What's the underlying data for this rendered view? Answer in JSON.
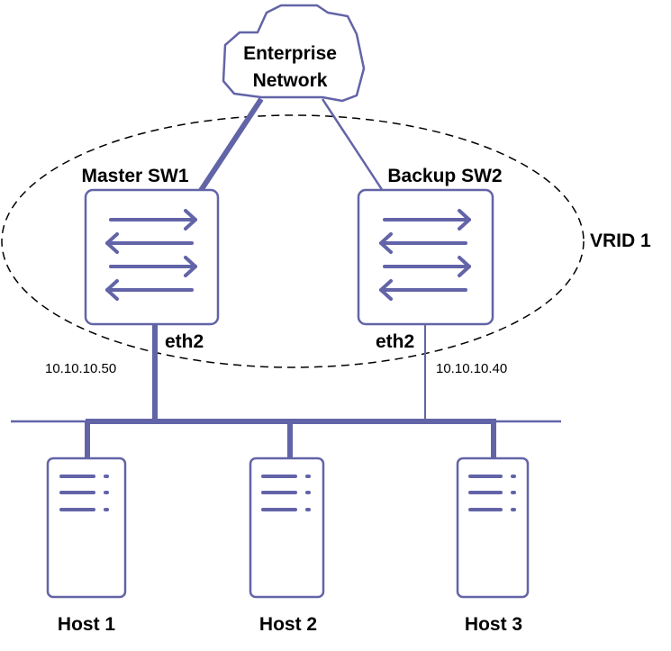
{
  "cloud": {
    "line1": "Enterprise",
    "line2": "Network"
  },
  "switches": [
    {
      "label": "Master SW1",
      "port": "eth2",
      "ip": "10.10.10.50"
    },
    {
      "label": "Backup SW2",
      "port": "eth2",
      "ip": "10.10.10.40"
    }
  ],
  "vrid_label": "VRID 1",
  "hosts": [
    {
      "label": "Host 1"
    },
    {
      "label": "Host 2"
    },
    {
      "label": "Host 3"
    }
  ],
  "colors": {
    "stroke": "#6264a7",
    "dashed": "#000000",
    "text": "#000000"
  },
  "icons": {
    "switch": "bidirectional-arrows-icon",
    "host": "server-icon",
    "cloud": "cloud-icon"
  }
}
